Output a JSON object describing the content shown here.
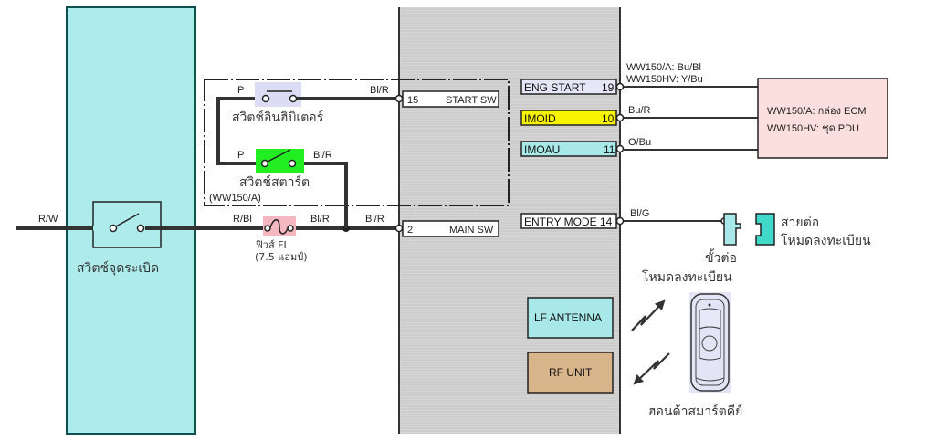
{
  "colors": {
    "ignition_region": "#aeecec",
    "ignition_region_border": "#0f5050",
    "ecu_region": "#d4d4d4",
    "ecu_region_border": "#333333",
    "inhibitor_highlight": "#dcdcf4",
    "start_switch_highlight": "#22ee22",
    "fuse_highlight": "#f6b8c0",
    "eng_start_box": "#e6e6f8",
    "imoid_box": "#f8f400",
    "imoau_box": "#a8e8e8",
    "ecm_box": "#fbdede",
    "lf_antenna_box": "#a8e8e8",
    "rf_unit_box": "#d8b48a",
    "connector_light": "#a8e8e8",
    "connector_dark": "#40d8c8",
    "key_fob": "#e4e4f6",
    "wire": "#333333"
  },
  "wires": {
    "rw": "R/W",
    "rbl": "R/Bl",
    "blr_after_fuse": "Bl/R",
    "blr_main": "Bl/R",
    "blr_start": "Bl/R",
    "blr_inhibitor": "Bl/R",
    "p_inhibitor": "P",
    "p_start": "P",
    "eng_start_line1": "WW150/A: Bu/Bl",
    "eng_start_line2": "WW150HV: Y/Bu",
    "imoid": "Bu/R",
    "imoau": "O/Bu",
    "entry_mode": "Bl/G"
  },
  "components": {
    "ignition_switch": "สวิตช์จุดระเบิด",
    "inhibitor_switch": "สวิตช์อินฮิบิเตอร์",
    "start_switch": "สวิตช์สตาร์ต",
    "start_switch_note": "(WW150/A)",
    "fuse_name": "ฟิวส์ FI",
    "fuse_rating": "(7.5 แอมป์)",
    "ecm_line1": "WW150/A: กล่อง ECM",
    "ecm_line2": "WW150HV: ชุด PDU",
    "connector_terminal_line1": "ขั้วต่อ",
    "connector_terminal_line2": "โหมดลงทะเบียน",
    "connector_cable_line1": "สายต่อ",
    "connector_cable_line2": "โหมดลงทะเบียน",
    "smart_key": "ฮอนด้าสมาร์ตคีย์"
  },
  "pins": {
    "start_sw": {
      "num": "15",
      "name": "START SW"
    },
    "main_sw": {
      "num": "2",
      "name": "MAIN SW"
    },
    "eng_start": {
      "name": "ENG START",
      "num": "19"
    },
    "imoid": {
      "name": "IMOID",
      "num": "10"
    },
    "imoau": {
      "name": "IMOAU",
      "num": "11"
    },
    "entry_mode": {
      "name": "ENTRY MODE 14"
    }
  },
  "modules": {
    "lf_antenna": "LF ANTENNA",
    "rf_unit": "RF UNIT"
  }
}
